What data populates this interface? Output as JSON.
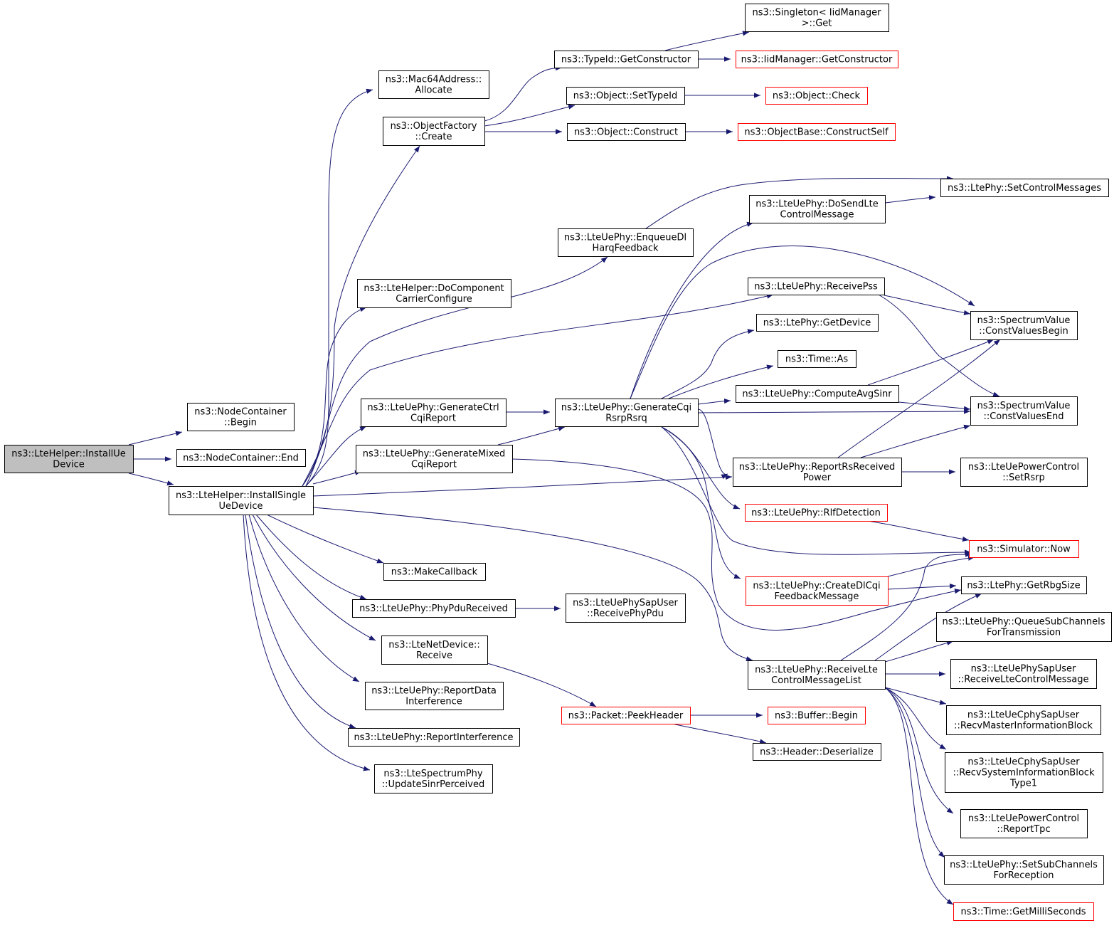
{
  "colors": {
    "edge": "#191970",
    "normal_border": "#000000",
    "truncated_border": "#ff0000",
    "root_fill": "#bfbfbf",
    "node_fill": "#ffffff"
  },
  "nodes": [
    {
      "id": "n0",
      "lines": [
        "ns3::LteHelper::InstallUe",
        "Device"
      ],
      "style": "root"
    },
    {
      "id": "n1",
      "lines": [
        "ns3::NodeContainer",
        "::Begin"
      ],
      "style": "normal"
    },
    {
      "id": "n2",
      "lines": [
        "ns3::NodeContainer::End"
      ],
      "style": "normal"
    },
    {
      "id": "n3",
      "lines": [
        "ns3::LteHelper::InstallSingle",
        "UeDevice"
      ],
      "style": "normal"
    },
    {
      "id": "n4",
      "lines": [
        "ns3::Mac64Address::",
        "Allocate"
      ],
      "style": "normal"
    },
    {
      "id": "n5",
      "lines": [
        "ns3::ObjectFactory",
        "::Create"
      ],
      "style": "normal"
    },
    {
      "id": "n6",
      "lines": [
        "ns3::TypeId::GetConstructor"
      ],
      "style": "normal"
    },
    {
      "id": "n7",
      "lines": [
        "ns3::Singleton< IidManager",
        " >::Get"
      ],
      "style": "normal"
    },
    {
      "id": "n8",
      "lines": [
        "ns3::IidManager::GetConstructor"
      ],
      "style": "truncated"
    },
    {
      "id": "n9",
      "lines": [
        "ns3::Object::SetTypeId"
      ],
      "style": "normal"
    },
    {
      "id": "n10",
      "lines": [
        "ns3::Object::Check"
      ],
      "style": "truncated"
    },
    {
      "id": "n11",
      "lines": [
        "ns3::Object::Construct"
      ],
      "style": "normal"
    },
    {
      "id": "n12",
      "lines": [
        "ns3::ObjectBase::ConstructSelf"
      ],
      "style": "truncated"
    },
    {
      "id": "n13",
      "lines": [
        "ns3::LteUePhy::EnqueueDl",
        "HarqFeedback"
      ],
      "style": "normal"
    },
    {
      "id": "n14",
      "lines": [
        "ns3::LtePhy::SetControlMessages"
      ],
      "style": "normal"
    },
    {
      "id": "n15",
      "lines": [
        "ns3::LteHelper::DoComponent",
        "CarrierConfigure"
      ],
      "style": "normal"
    },
    {
      "id": "n16",
      "lines": [
        "ns3::LteUePhy::ReceivePss"
      ],
      "style": "normal"
    },
    {
      "id": "n17",
      "lines": [
        "ns3::SpectrumValue",
        "::ConstValuesBegin"
      ],
      "style": "normal"
    },
    {
      "id": "n18",
      "lines": [
        "ns3::SpectrumValue",
        "::ConstValuesEnd"
      ],
      "style": "normal"
    },
    {
      "id": "n19",
      "lines": [
        "ns3::LteUePhy::GenerateCtrl",
        "CqiReport"
      ],
      "style": "normal"
    },
    {
      "id": "n20",
      "lines": [
        "ns3::LteUePhy::GenerateCqi",
        "RsrpRsrq"
      ],
      "style": "normal"
    },
    {
      "id": "n21",
      "lines": [
        "ns3::LteUePhy::DoSendLte",
        "ControlMessage"
      ],
      "style": "normal"
    },
    {
      "id": "n22",
      "lines": [
        "ns3::LtePhy::GetDevice"
      ],
      "style": "normal"
    },
    {
      "id": "n23",
      "lines": [
        "ns3::Time::As"
      ],
      "style": "normal"
    },
    {
      "id": "n24",
      "lines": [
        "ns3::LteUePhy::ComputeAvgSinr"
      ],
      "style": "normal"
    },
    {
      "id": "n25",
      "lines": [
        "ns3::LteUePhy::ReportRsReceived",
        "Power"
      ],
      "style": "normal"
    },
    {
      "id": "n26",
      "lines": [
        "ns3::LteUePowerControl",
        "::SetRsrp"
      ],
      "style": "normal"
    },
    {
      "id": "n27",
      "lines": [
        "ns3::LteUePhy::RlfDetection"
      ],
      "style": "truncated"
    },
    {
      "id": "n28",
      "lines": [
        "ns3::Simulator::Now"
      ],
      "style": "truncated"
    },
    {
      "id": "n29",
      "lines": [
        "ns3::LteUePhy::CreateDlCqi",
        "FeedbackMessage"
      ],
      "style": "truncated"
    },
    {
      "id": "n30",
      "lines": [
        "ns3::LtePhy::GetRbgSize"
      ],
      "style": "normal"
    },
    {
      "id": "n31",
      "lines": [
        "ns3::LteUePhy::GenerateMixed",
        "CqiReport"
      ],
      "style": "normal"
    },
    {
      "id": "n32",
      "lines": [
        "ns3::MakeCallback"
      ],
      "style": "normal"
    },
    {
      "id": "n33",
      "lines": [
        "ns3::LteUePhy::PhyPduReceived"
      ],
      "style": "normal"
    },
    {
      "id": "n34",
      "lines": [
        "ns3::LteUePhySapUser",
        "::ReceivePhyPdu"
      ],
      "style": "normal"
    },
    {
      "id": "n35",
      "lines": [
        "ns3::LteNetDevice::",
        "Receive"
      ],
      "style": "normal"
    },
    {
      "id": "n36",
      "lines": [
        "ns3::Packet::PeekHeader"
      ],
      "style": "truncated"
    },
    {
      "id": "n37",
      "lines": [
        "ns3::Buffer::Begin"
      ],
      "style": "truncated"
    },
    {
      "id": "n38",
      "lines": [
        "ns3::Header::Deserialize"
      ],
      "style": "normal"
    },
    {
      "id": "n39",
      "lines": [
        "ns3::LteUePhy::ReportData",
        "Interference"
      ],
      "style": "normal"
    },
    {
      "id": "n40",
      "lines": [
        "ns3::LteUePhy::ReportInterference"
      ],
      "style": "normal"
    },
    {
      "id": "n41",
      "lines": [
        "ns3::LteSpectrumPhy",
        "::UpdateSinrPerceived"
      ],
      "style": "normal"
    },
    {
      "id": "n42",
      "lines": [
        "ns3::LteUePhy::ReceiveLte",
        "ControlMessageList"
      ],
      "style": "normal"
    },
    {
      "id": "n43",
      "lines": [
        "ns3::LteUePhy::QueueSubChannels",
        "ForTransmission"
      ],
      "style": "normal"
    },
    {
      "id": "n44",
      "lines": [
        "ns3::LteUePhySapUser",
        "::ReceiveLteControlMessage"
      ],
      "style": "normal"
    },
    {
      "id": "n45",
      "lines": [
        "ns3::LteUeCphySapUser",
        "::RecvMasterInformationBlock"
      ],
      "style": "normal"
    },
    {
      "id": "n46",
      "lines": [
        "ns3::LteUeCphySapUser",
        "::RecvSystemInformationBlock",
        "Type1"
      ],
      "style": "normal"
    },
    {
      "id": "n47",
      "lines": [
        "ns3::LteUePowerControl",
        "::ReportTpc"
      ],
      "style": "normal"
    },
    {
      "id": "n48",
      "lines": [
        "ns3::LteUePhy::SetSubChannels",
        "ForReception"
      ],
      "style": "normal"
    },
    {
      "id": "n49",
      "lines": [
        "ns3::Time::GetMilliSeconds"
      ],
      "style": "truncated"
    }
  ],
  "edges": [
    [
      "n0",
      "n1"
    ],
    [
      "n0",
      "n2"
    ],
    [
      "n0",
      "n3"
    ],
    [
      "n3",
      "n4"
    ],
    [
      "n3",
      "n5"
    ],
    [
      "n3",
      "n13"
    ],
    [
      "n3",
      "n15"
    ],
    [
      "n3",
      "n16"
    ],
    [
      "n3",
      "n19"
    ],
    [
      "n3",
      "n31"
    ],
    [
      "n3",
      "n25"
    ],
    [
      "n3",
      "n42"
    ],
    [
      "n3",
      "n32"
    ],
    [
      "n3",
      "n33"
    ],
    [
      "n3",
      "n35"
    ],
    [
      "n3",
      "n39"
    ],
    [
      "n3",
      "n40"
    ],
    [
      "n3",
      "n41"
    ],
    [
      "n5",
      "n6"
    ],
    [
      "n5",
      "n9"
    ],
    [
      "n5",
      "n11"
    ],
    [
      "n6",
      "n7"
    ],
    [
      "n6",
      "n8"
    ],
    [
      "n9",
      "n10"
    ],
    [
      "n11",
      "n12"
    ],
    [
      "n13",
      "n14"
    ],
    [
      "n16",
      "n17"
    ],
    [
      "n16",
      "n18"
    ],
    [
      "n19",
      "n20"
    ],
    [
      "n31",
      "n20"
    ],
    [
      "n31",
      "n30"
    ],
    [
      "n20",
      "n21"
    ],
    [
      "n20",
      "n17"
    ],
    [
      "n20",
      "n22"
    ],
    [
      "n20",
      "n23"
    ],
    [
      "n20",
      "n24"
    ],
    [
      "n20",
      "n18"
    ],
    [
      "n20",
      "n25"
    ],
    [
      "n20",
      "n27"
    ],
    [
      "n20",
      "n28"
    ],
    [
      "n20",
      "n29"
    ],
    [
      "n21",
      "n14"
    ],
    [
      "n24",
      "n17"
    ],
    [
      "n24",
      "n18"
    ],
    [
      "n25",
      "n17"
    ],
    [
      "n25",
      "n18"
    ],
    [
      "n25",
      "n26"
    ],
    [
      "n27",
      "n28"
    ],
    [
      "n29",
      "n28"
    ],
    [
      "n29",
      "n30"
    ],
    [
      "n33",
      "n34"
    ],
    [
      "n35",
      "n36"
    ],
    [
      "n36",
      "n37"
    ],
    [
      "n36",
      "n38"
    ],
    [
      "n42",
      "n28"
    ],
    [
      "n42",
      "n30"
    ],
    [
      "n42",
      "n43"
    ],
    [
      "n42",
      "n44"
    ],
    [
      "n42",
      "n45"
    ],
    [
      "n42",
      "n46"
    ],
    [
      "n42",
      "n47"
    ],
    [
      "n42",
      "n48"
    ],
    [
      "n42",
      "n49"
    ]
  ]
}
